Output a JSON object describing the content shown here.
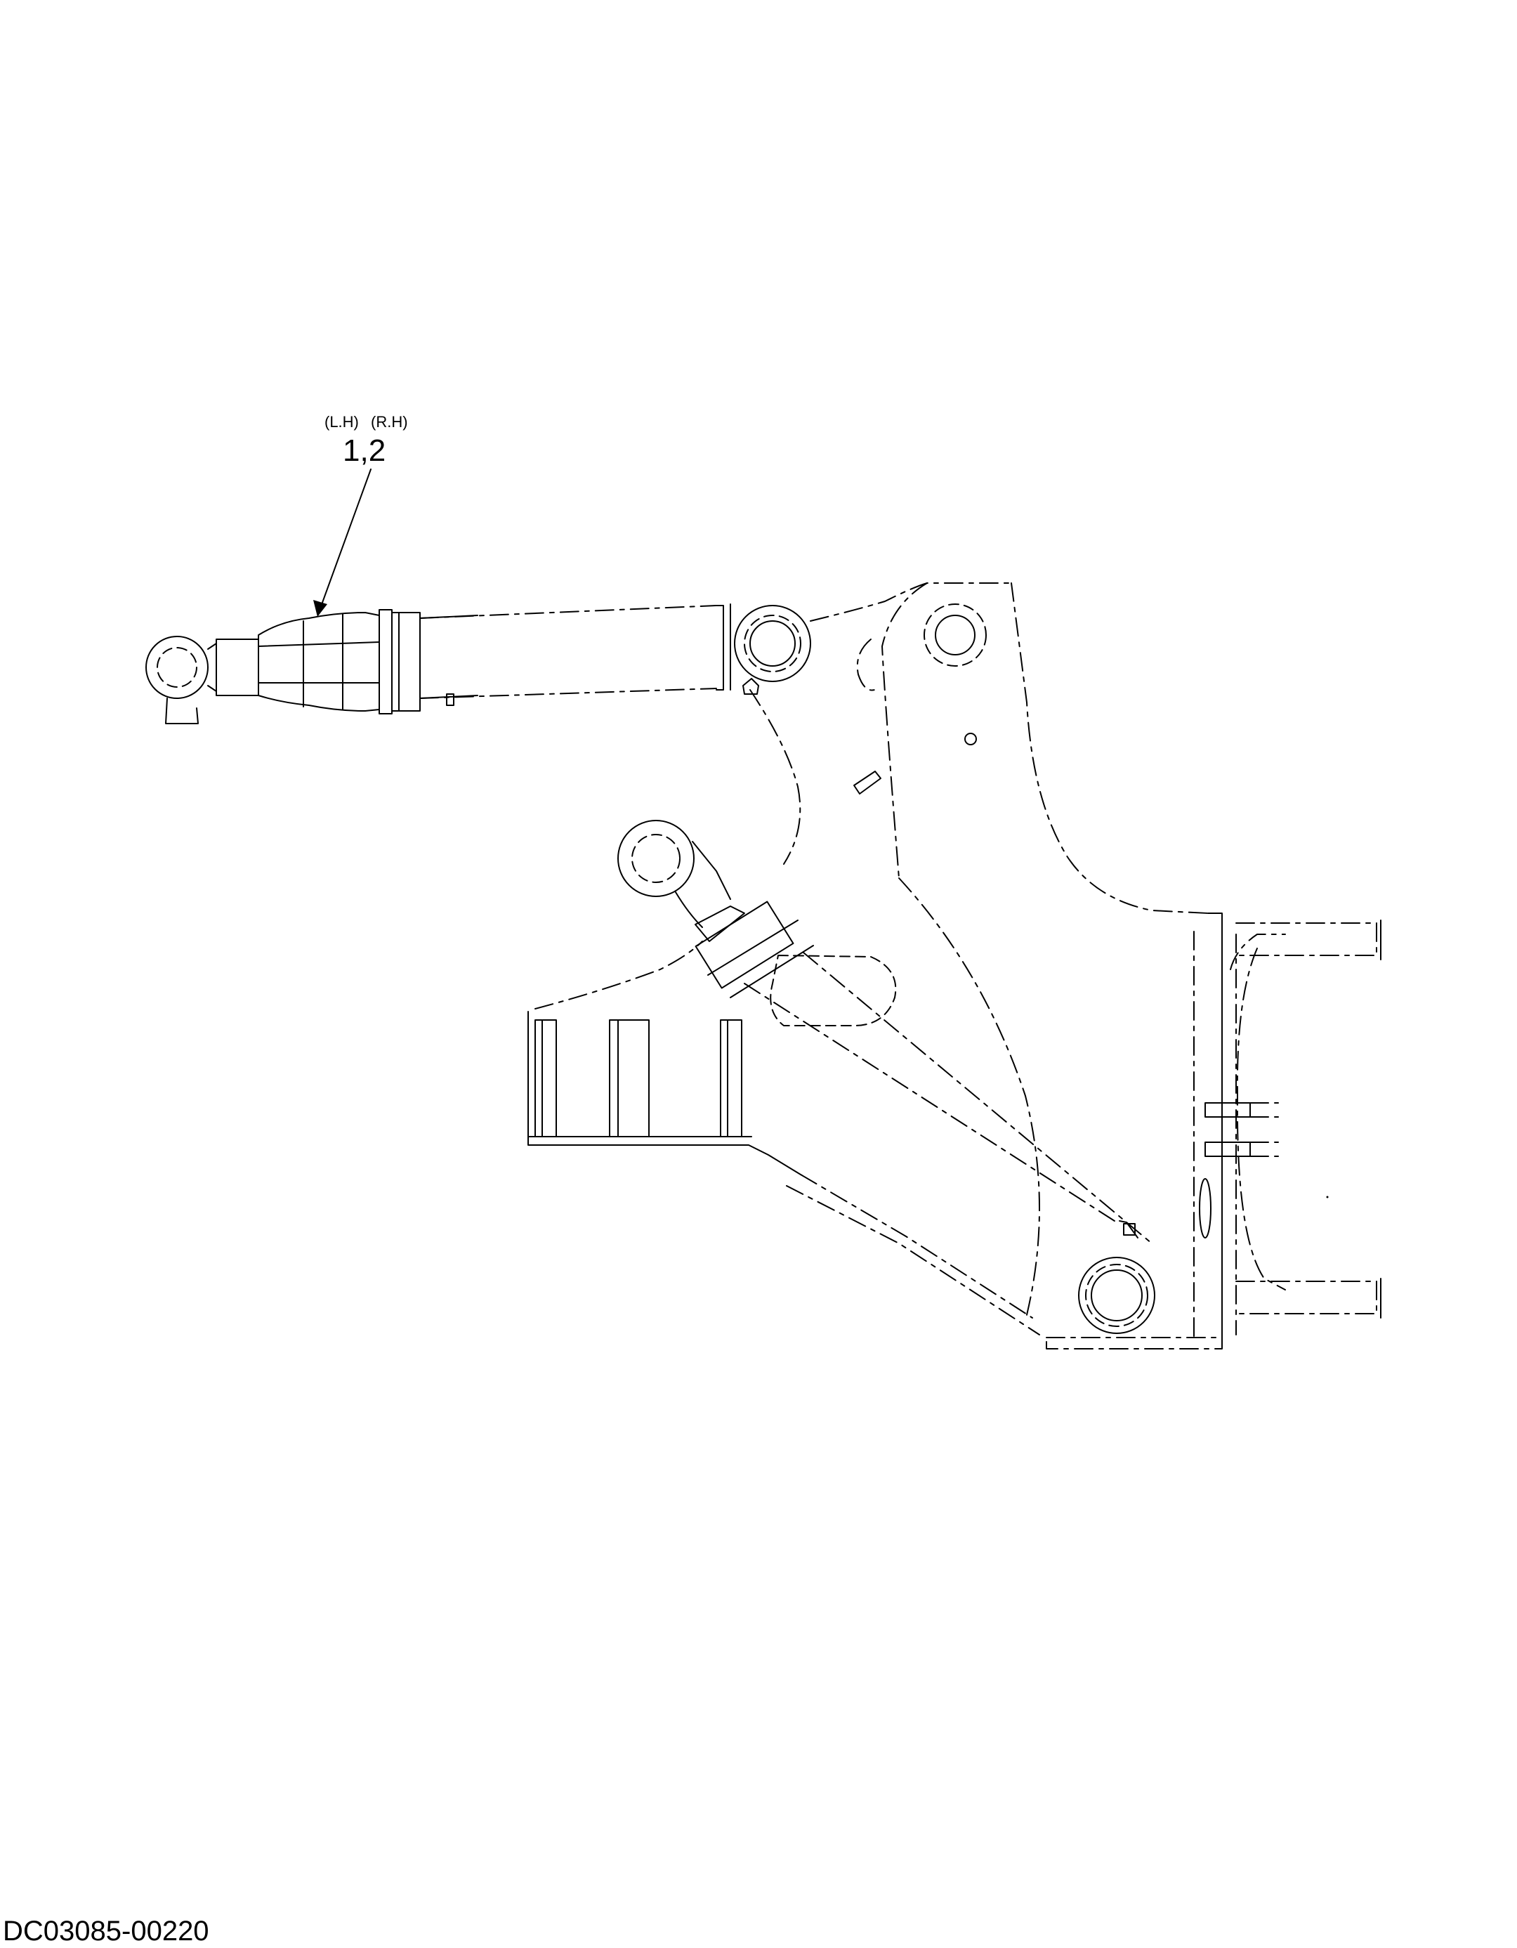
{
  "callout": {
    "side_left": "(L.H)",
    "side_right": "(R.H)",
    "item_numbers": "1,2"
  },
  "drawing_id": "DC03085-00220",
  "colors": {
    "line": "#000000",
    "background": "#ffffff"
  }
}
